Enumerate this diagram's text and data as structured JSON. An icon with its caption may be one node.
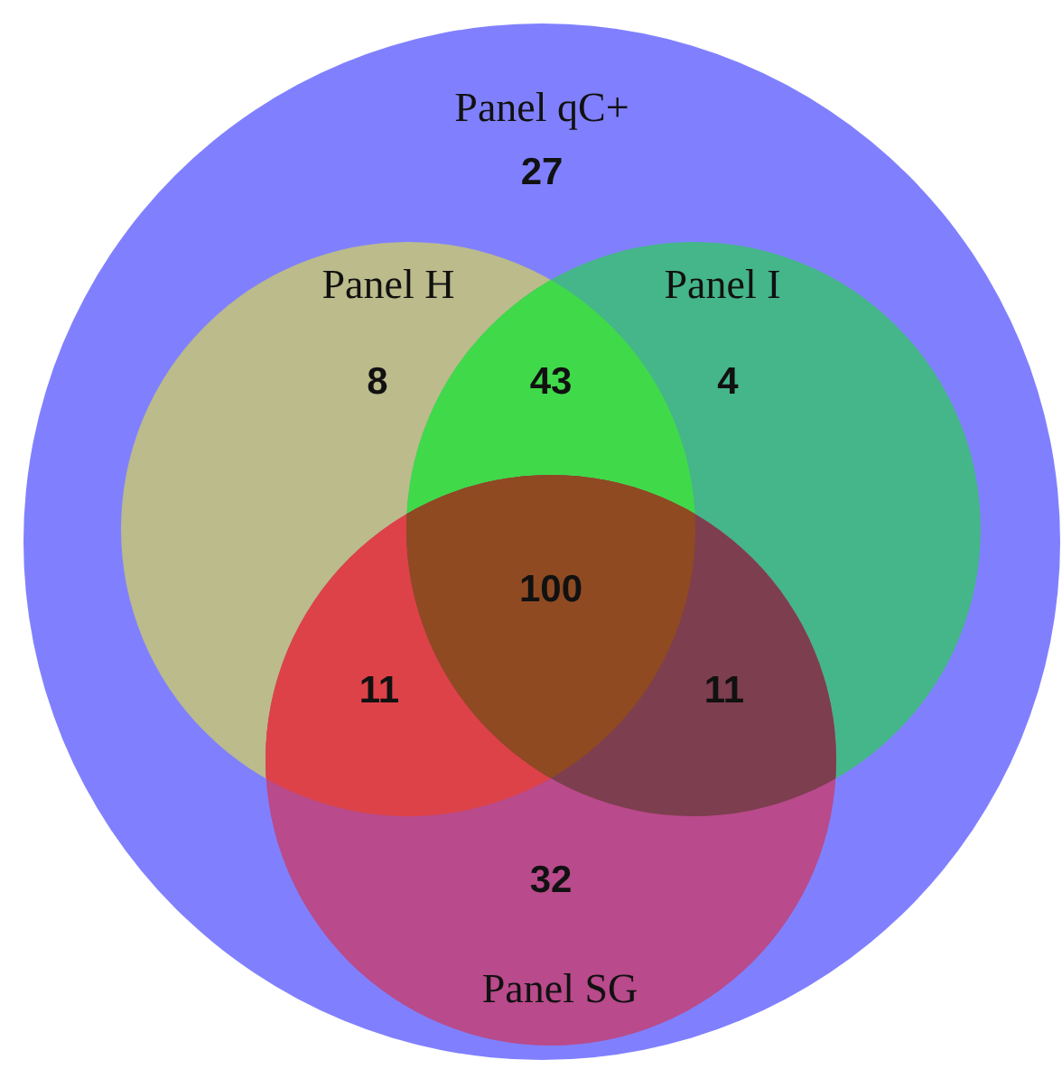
{
  "diagram": {
    "nodes": [
      {
        "text": [
          "Panel qC+"
        ]
      },
      {
        "text": [
          "Panel H"
        ],
        "in": 0
      },
      {
        "text": [
          "Panel I"
        ],
        "in": 0
      },
      {
        "text": [
          "Panel SG"
        ],
        "in": 0
      }
    ],
    "labels": [
      "27",
      "8",
      "43",
      "4",
      "100",
      "11",
      "11",
      "32"
    ]
  }
}
